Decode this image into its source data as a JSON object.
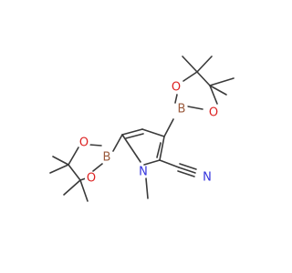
{
  "molecule": {
    "atoms": [
      {
        "id": "pN",
        "symbol": "N",
        "color": "#3333dd"
      },
      {
        "id": "cnN",
        "symbol": "N",
        "color": "#3333dd"
      },
      {
        "id": "B1",
        "symbol": "B",
        "color": "#9a5a3c"
      },
      {
        "id": "O1a",
        "symbol": "O",
        "color": "#dd2222"
      },
      {
        "id": "O1b",
        "symbol": "O",
        "color": "#dd2222"
      },
      {
        "id": "B2",
        "symbol": "B",
        "color": "#9a5a3c"
      },
      {
        "id": "O2a",
        "symbol": "O",
        "color": "#dd2222"
      },
      {
        "id": "O2b",
        "symbol": "O",
        "color": "#dd2222"
      }
    ],
    "bond_color": "#3a3a3a"
  }
}
